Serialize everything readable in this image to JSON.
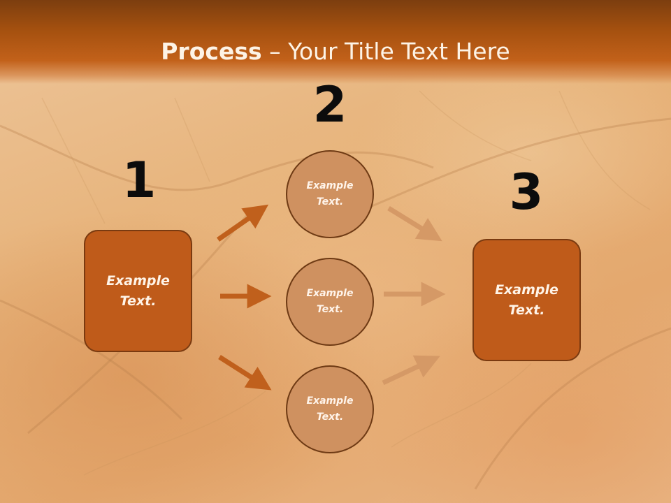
{
  "slide": {
    "title_bold": "Process",
    "title_rest": " – Your Title Text Here"
  },
  "steps": {
    "one": {
      "number": "1",
      "label": "Example\nText."
    },
    "two": {
      "number": "2"
    },
    "three": {
      "number": "3",
      "label": "Example\nText."
    }
  },
  "circles": [
    {
      "label": "Example\nText."
    },
    {
      "label": "Example\nText."
    },
    {
      "label": "Example\nText."
    }
  ],
  "colors": {
    "header": "#c2611a",
    "box_fill": "#bf5b1a",
    "circle_fill": "#cf9160",
    "arrow_dark": "#c0601c",
    "arrow_light": "#d59966"
  }
}
